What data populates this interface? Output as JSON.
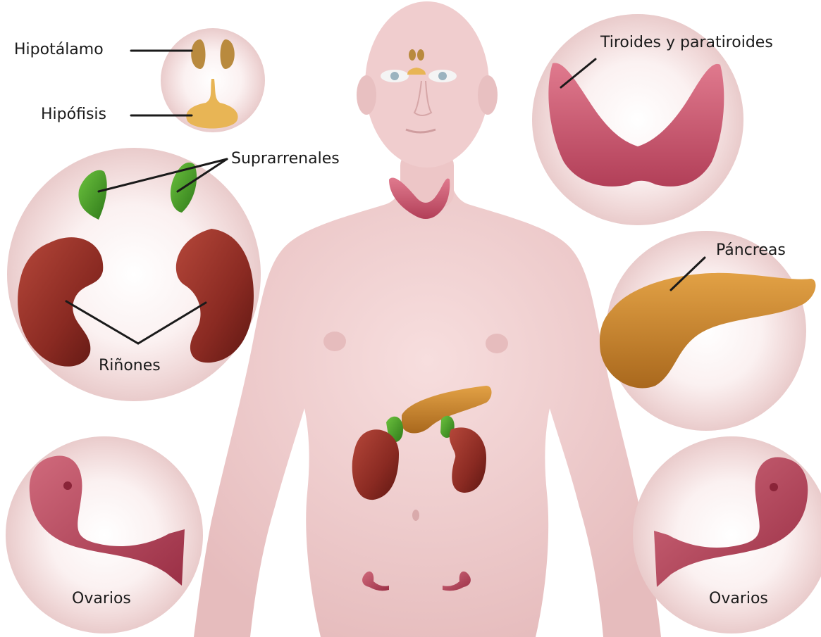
{
  "labels": {
    "hipotalamo": "Hipotálamo",
    "hipofisis": "Hipófisis",
    "suprarrenales": "Suprarrenales",
    "rinones": "Riñones",
    "ovarios_left": "Ovarios",
    "tiroides": "Tiroides y paratiroides",
    "pancreas": "Páncreas",
    "ovarios_right": "Ovarios"
  },
  "colors": {
    "skin": "#f2cfcf",
    "skin_shade": "#e4b4b5",
    "hypothalamus": "#b98a3e",
    "pituitary": "#e8b555",
    "thyroid": "#cf5a72",
    "adrenal": "#4a9a2a",
    "kidney": "#8a2a22",
    "pancreas": "#c8852a",
    "ovary": "#b8485e",
    "leader_line": "#1a1a1a"
  }
}
